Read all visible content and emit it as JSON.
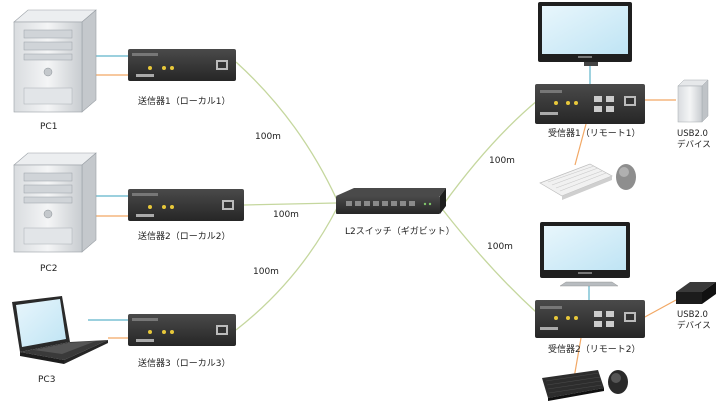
{
  "colors": {
    "network_cable": "#c5d79e",
    "video_cable": "#5fb3c9",
    "usb_cable": "#f2a865",
    "device_body": "#3b3b3b",
    "device_face": "#2a2a2a"
  },
  "pcs": [
    {
      "label": "PC1",
      "icon": "tower-pc-icon"
    },
    {
      "label": "PC2",
      "icon": "tower-pc-icon"
    },
    {
      "label": "PC3",
      "icon": "laptop-icon"
    }
  ],
  "transmitters": [
    {
      "label": "送信器1（ローカル1）"
    },
    {
      "label": "送信器2（ローカル2）"
    },
    {
      "label": "送信器3（ローカル3）"
    }
  ],
  "switch": {
    "label": "L2スイッチ（ギガビット）",
    "icon": "network-switch-icon"
  },
  "distances": [
    "100m",
    "100m",
    "100m",
    "100m",
    "100m"
  ],
  "receivers": [
    {
      "label": "受信器1（リモート1）",
      "usb_device": {
        "line1": "USB2.0",
        "line2": "デバイス"
      }
    },
    {
      "label": "受信器2（リモート2）",
      "usb_device": {
        "line1": "USB2.0",
        "line2": "デバイス"
      }
    }
  ]
}
